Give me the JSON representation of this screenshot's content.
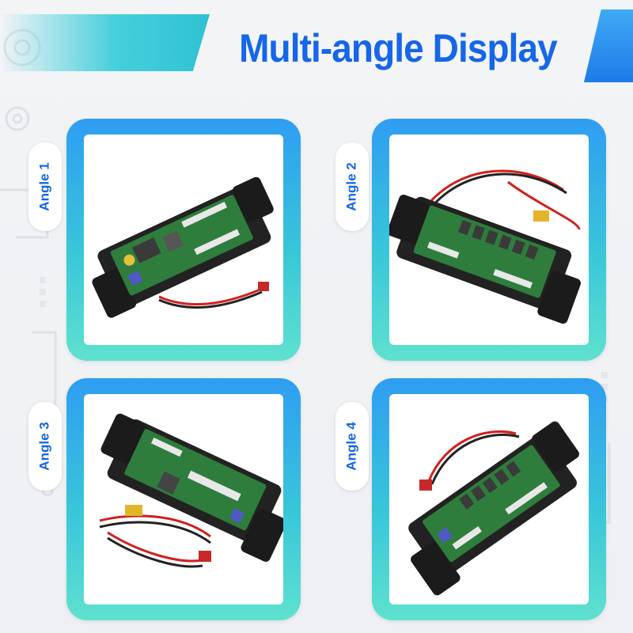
{
  "header": {
    "title": "Multi-angle Display"
  },
  "panels": [
    {
      "angle_label": "Angle 1",
      "image_icon": "motherboard-angle-1"
    },
    {
      "angle_label": "Angle 2",
      "image_icon": "motherboard-angle-2"
    },
    {
      "angle_label": "Angle 3",
      "image_icon": "motherboard-angle-3"
    },
    {
      "angle_label": "Angle 4",
      "image_icon": "motherboard-angle-4"
    }
  ],
  "colors": {
    "title": "#1566e8",
    "panel_top": "#2f9df2",
    "panel_bottom": "#5fe1cf",
    "banner": "#46cfdc"
  }
}
